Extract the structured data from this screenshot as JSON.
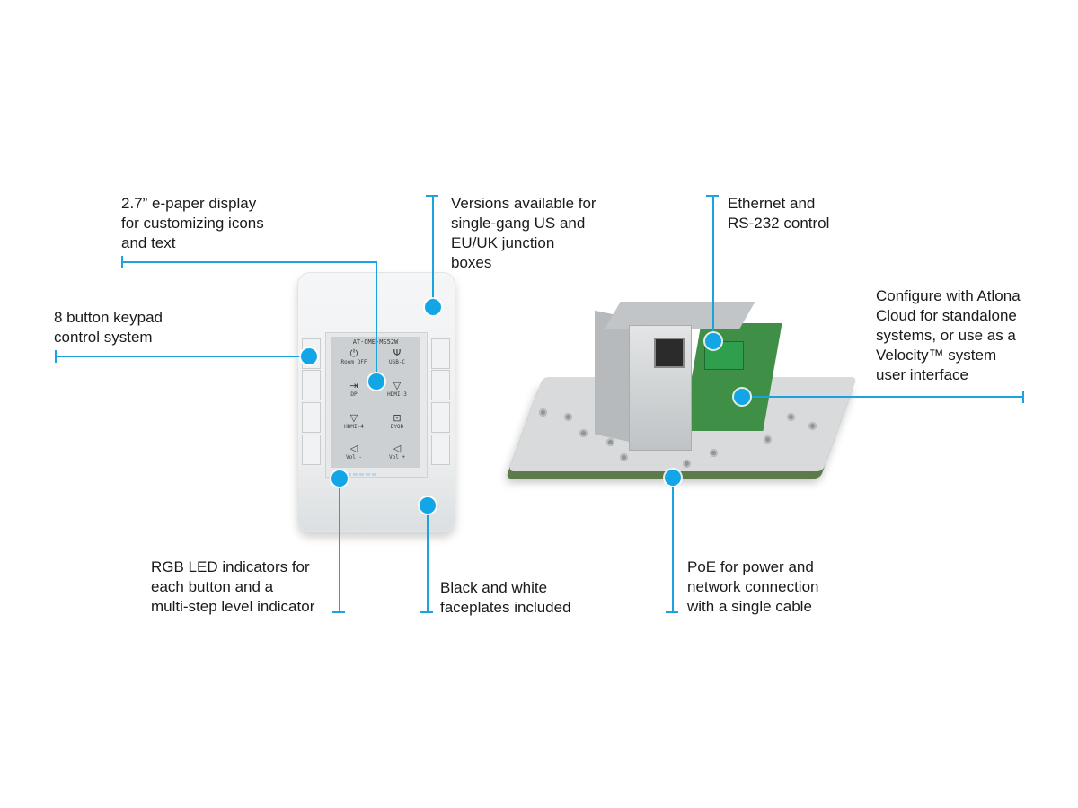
{
  "callouts": {
    "eink": [
      "2.7” e-paper display",
      "for customizing icons",
      "and text"
    ],
    "versions": [
      "Versions available for",
      "single-gang US and",
      "EU/UK junction",
      "boxes"
    ],
    "keypad": [
      "8 button keypad",
      "control system"
    ],
    "ethernet": [
      "Ethernet and",
      "RS-232 control"
    ],
    "cloud": [
      "Configure with Atlona",
      "Cloud for standalone",
      "systems, or use as a",
      "Velocity™ system",
      "user interface"
    ],
    "rgb": [
      "RGB LED indicators for",
      "each button and a",
      "multi-step level indicator"
    ],
    "faceplates": [
      "Black and white",
      "faceplates included"
    ],
    "poe": [
      "PoE for power and",
      "network connection",
      "with a single cable"
    ]
  },
  "screen": {
    "title": "AT-OME-MS52W",
    "buttons": [
      {
        "icon": "⏻",
        "label": "Room OFF"
      },
      {
        "icon": "Ψ",
        "label": "USB-C"
      },
      {
        "icon": "⇥",
        "label": "DP"
      },
      {
        "icon": "▽",
        "label": "HDMI-3"
      },
      {
        "icon": "▽",
        "label": "HDMI-4"
      },
      {
        "icon": "⊡",
        "label": "BYOD"
      },
      {
        "icon": "◁",
        "label": "Vol -"
      },
      {
        "icon": "◁",
        "label": "Vol +"
      }
    ]
  },
  "colors": {
    "accent": "#12a6e6"
  }
}
